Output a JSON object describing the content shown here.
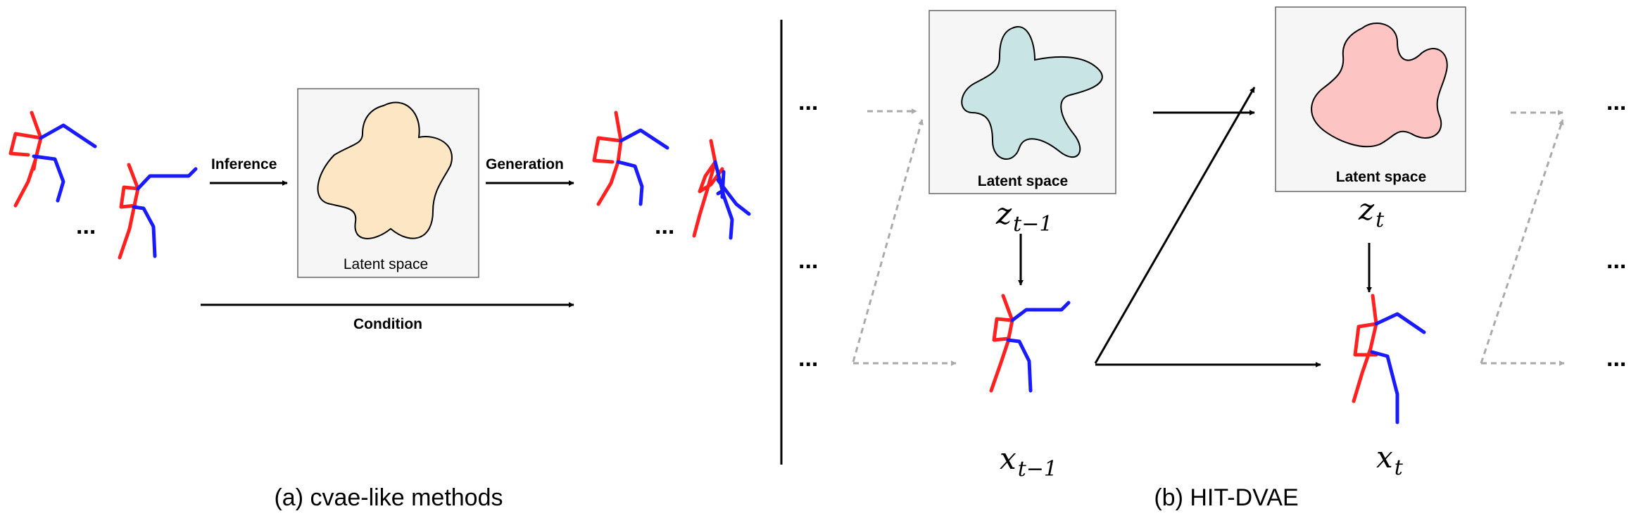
{
  "panel_a": {
    "caption": "(a) cvae-like methods",
    "inference_label": "Inference",
    "generation_label": "Generation",
    "condition_label": "Condition",
    "latent_label": "Latent space",
    "ellipsis": "..."
  },
  "panel_b": {
    "caption": "(b) HIT-DVAE",
    "latent_prev_label": "Latent space",
    "latent_curr_label": "Latent space",
    "z_prev": {
      "base": "z",
      "sub": "t−1"
    },
    "z_curr": {
      "base": "z",
      "sub": "t"
    },
    "x_prev": {
      "base": "x",
      "sub": "t−1"
    },
    "x_curr": {
      "base": "x",
      "sub": "t"
    },
    "ellipsis": "..."
  },
  "colors": {
    "skeleton_red": "#ff2020",
    "skeleton_blue": "#1a1aff",
    "latent_cvae_fill": "#fde6c4",
    "latent_prev_fill": "#c8e4e4",
    "latent_curr_fill": "#fdc4c4",
    "box_fill": "#f6f6f6",
    "dashed_arrow": "#aaaaaa"
  }
}
